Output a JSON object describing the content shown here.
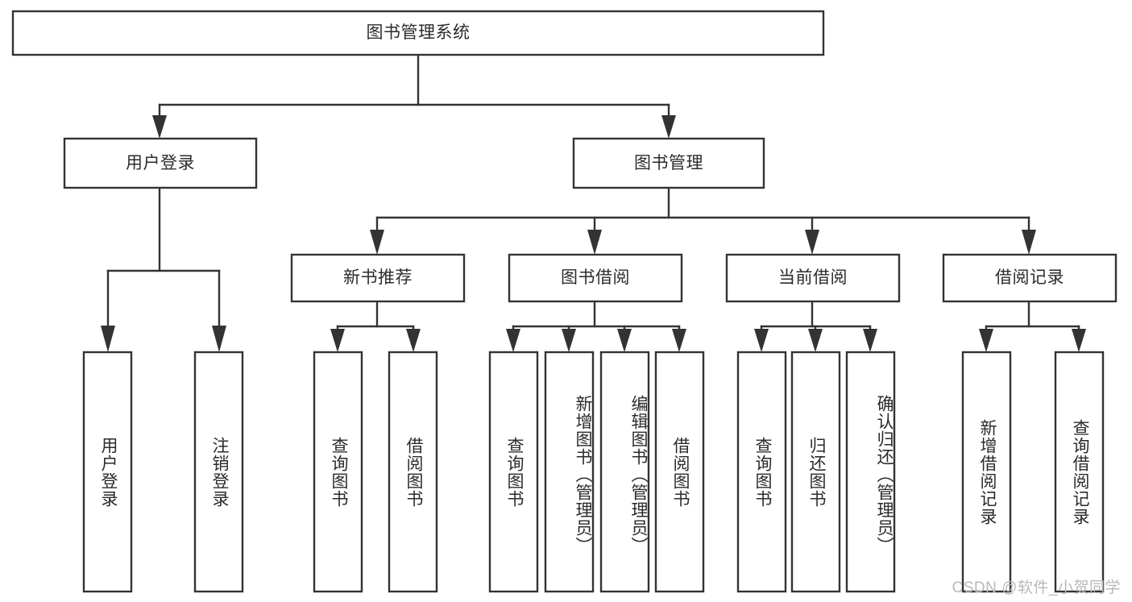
{
  "diagram": {
    "type": "tree-hierarchy",
    "title": "图书管理系统",
    "root": {
      "id": "root",
      "label": "图书管理系统",
      "orientation": "horizontal"
    },
    "level2": [
      {
        "id": "user-login",
        "label": "用户登录",
        "orientation": "horizontal"
      },
      {
        "id": "book-manage",
        "label": "图书管理",
        "orientation": "horizontal"
      }
    ],
    "level3": [
      {
        "id": "new-book-recommend",
        "label": "新书推荐",
        "parent": "book-manage",
        "orientation": "horizontal"
      },
      {
        "id": "book-borrow",
        "label": "图书借阅",
        "parent": "book-manage",
        "orientation": "horizontal"
      },
      {
        "id": "current-borrow",
        "label": "当前借阅",
        "parent": "book-manage",
        "orientation": "horizontal"
      },
      {
        "id": "borrow-record",
        "label": "借阅记录",
        "parent": "book-manage",
        "orientation": "horizontal"
      }
    ],
    "leaves": [
      {
        "id": "leaf-user-login",
        "label": "用户登录",
        "parent": "user-login",
        "orientation": "vertical"
      },
      {
        "id": "leaf-logout",
        "label": "注销登录",
        "parent": "user-login",
        "orientation": "vertical"
      },
      {
        "id": "leaf-query-book-1",
        "label": "查询图书",
        "parent": "new-book-recommend",
        "orientation": "vertical"
      },
      {
        "id": "leaf-borrow-book-1",
        "label": "借阅图书",
        "parent": "new-book-recommend",
        "orientation": "vertical"
      },
      {
        "id": "leaf-query-book-2",
        "label": "查询图书",
        "parent": "book-borrow",
        "orientation": "vertical"
      },
      {
        "id": "leaf-add-book",
        "label": "新增图书（管理员）",
        "parent": "book-borrow",
        "orientation": "vertical"
      },
      {
        "id": "leaf-edit-book",
        "label": "编辑图书（管理员）",
        "parent": "book-borrow",
        "orientation": "vertical"
      },
      {
        "id": "leaf-borrow-book-2",
        "label": "借阅图书",
        "parent": "book-borrow",
        "orientation": "vertical"
      },
      {
        "id": "leaf-query-book-3",
        "label": "查询图书",
        "parent": "current-borrow",
        "orientation": "vertical"
      },
      {
        "id": "leaf-return-book",
        "label": "归还图书",
        "parent": "current-borrow",
        "orientation": "vertical"
      },
      {
        "id": "leaf-confirm-return",
        "label": "确认归还（管理员）",
        "parent": "current-borrow",
        "orientation": "vertical"
      },
      {
        "id": "leaf-add-record",
        "label": "新增借阅记录",
        "parent": "borrow-record",
        "orientation": "vertical"
      },
      {
        "id": "leaf-query-record",
        "label": "查询借阅记录",
        "parent": "borrow-record",
        "orientation": "vertical"
      }
    ],
    "colors": {
      "stroke": "#333333",
      "fill": "#ffffff",
      "text": "#2b2b2b",
      "watermark": "#b8b8b8"
    }
  },
  "watermark": {
    "text": "CSDN @软件_小贺同学"
  }
}
